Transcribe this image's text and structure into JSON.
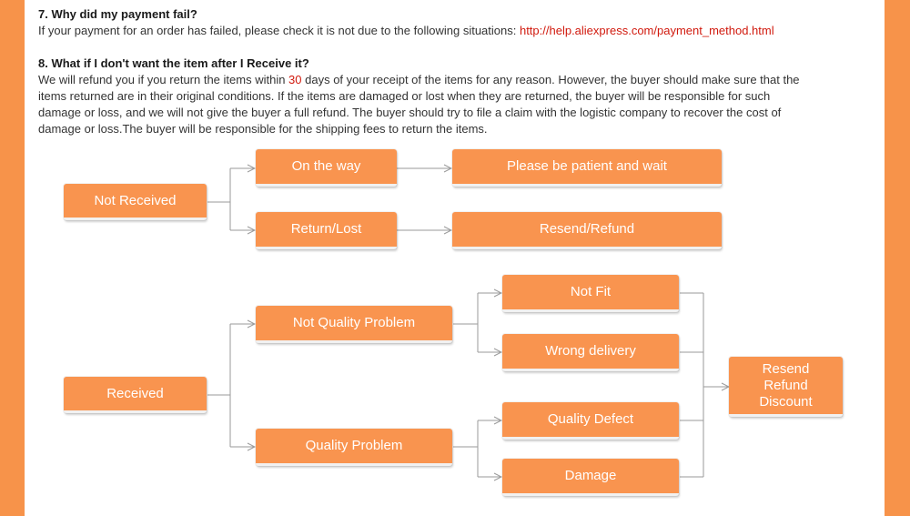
{
  "faq": {
    "q7": {
      "title": "7. Why did my payment fail?",
      "text": "If your payment for an order has failed, please check it is not due to the following  situations: ",
      "link": "http://help.aliexpress.com/payment_method.html"
    },
    "q8": {
      "title": "8. What if I don't want the item after I Receive it?",
      "line1_pre": "We will refund you if you return the items within ",
      "days": "30",
      "line1_post": " days of your receipt of the items for any reason. However, the buyer should make sure that the",
      "line2": "items returned are in their original conditions.  If the items are damaged or lost when they are returned, the buyer will be responsible for such",
      "line3": "damage or loss, and we will not give the buyer a full refund.  The buyer should try to file a claim with the logistic company to recover the cost of",
      "line4": "damage or loss.The buyer will be responsible for the shipping fees to return the items."
    }
  },
  "flow_not_received": {
    "root": "Not Received",
    "branch1": "On the way",
    "branch1_result": "Please be patient and wait",
    "branch2": "Return/Lost",
    "branch2_result": "Resend/Refund"
  },
  "flow_received": {
    "root": "Received",
    "not_quality": "Not Quality Problem",
    "not_fit": "Not Fit",
    "wrong_delivery": "Wrong delivery",
    "quality": "Quality Problem",
    "quality_defect": "Quality Defect",
    "damage": "Damage",
    "result_line1": "Resend",
    "result_line2": "Refund",
    "result_line3": "Discount"
  },
  "colors": {
    "page_bg": "#f7934a",
    "box": "#f9944f",
    "accent_red": "#d11a0e",
    "connector": "#9a9a9a"
  }
}
